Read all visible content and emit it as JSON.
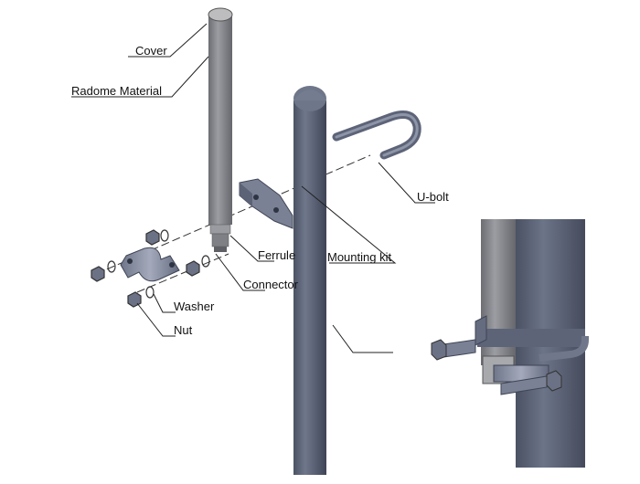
{
  "labels": {
    "cover": "Cover",
    "radome": "Radome Material",
    "ferrule": "Ferrule",
    "mounting_kit": "Mounting kit",
    "u_bolt": "U-bolt",
    "connector": "Connector",
    "washer": "Washer",
    "nut": "Nut"
  },
  "colors": {
    "pole": "#5b6377",
    "antenna": "#86878c",
    "metal": "#8c93a6",
    "background": "#ffffff"
  }
}
